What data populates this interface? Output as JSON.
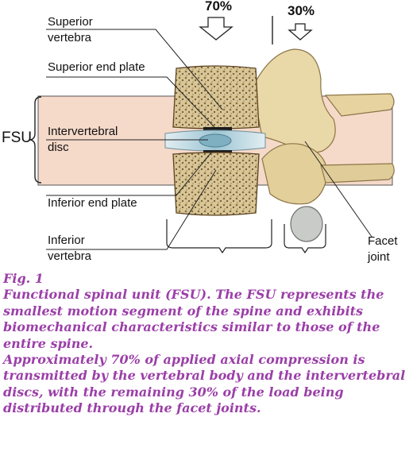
{
  "labels": {
    "superior_vertebra": [
      "Superior",
      "vertebra"
    ],
    "superior_end_plate": "Superior end plate",
    "intervertebral_disc": [
      "Intervertebral",
      "disc"
    ],
    "inferior_end_plate": "Inferior end plate",
    "inferior_vertebra": [
      "Inferior",
      "vertebra"
    ],
    "facet_joint": [
      "Facet",
      "joint"
    ],
    "fsu": "FSU",
    "load_body": "70%",
    "load_facet": "30%"
  },
  "caption": {
    "fig": "Fig. 1",
    "p1": "Functional spinal unit (FSU). The FSU represents the smallest motion segment of the spine and exhibits biomechanical characteristics similar to those of the entire spine.",
    "p2": "Approximately 70% of applied axial compression is transmitted by the vertebral body and the intervertebral discs, with the remaining 30% of the load being distributed through the facet joints."
  },
  "colors": {
    "caption": "#9b3fa8",
    "fsu_band": "#f3d3c2",
    "bone": "#d9c79c",
    "disc": "#b8d4e0"
  }
}
